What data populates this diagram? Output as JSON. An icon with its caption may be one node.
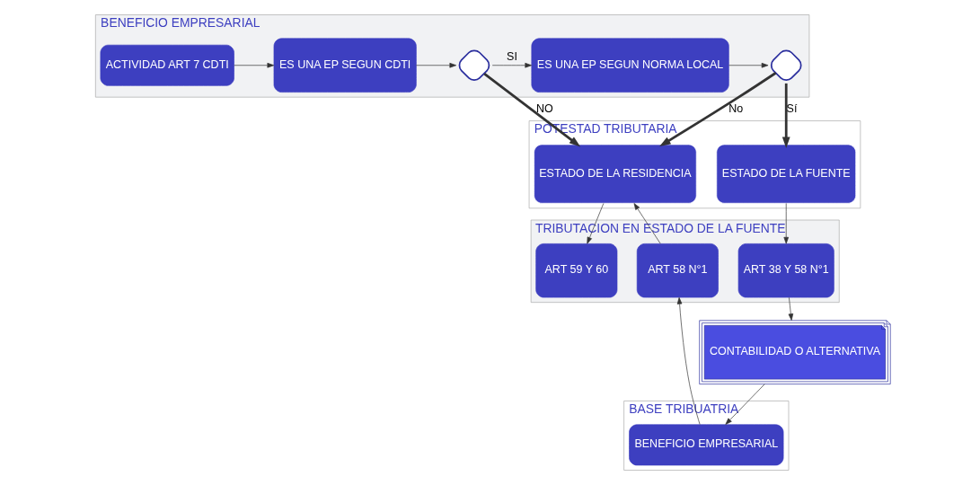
{
  "diagram": {
    "nodes": [
      {
        "text": [
          "BENEFICIO EMPRESARIAL"
        ]
      },
      {
        "text": [
          "ACTIVIDAD ART 7 CDTI"
        ],
        "in": 0
      },
      {
        "text": [
          "ES UNA EP SEGUN CDTI"
        ],
        "in": 0
      },
      {
        "text": [],
        "shape": "diamond",
        "in": 0
      },
      {
        "text": [
          "ES UNA EP SEGUN NORMA LOCAL"
        ],
        "in": 0
      },
      {
        "text": [],
        "shape": "diamond",
        "in": 0
      },
      {
        "text": [
          "POTESTAD TRIBUTARIA"
        ]
      },
      {
        "text": [
          "ESTADO DE LA RESIDENCIA"
        ],
        "in": 6
      },
      {
        "text": [
          "ESTADO DE LA FUENTE"
        ],
        "in": 6
      },
      {
        "text": [
          "TRIBUTACION EN ESTADO DE LA FUENTE"
        ]
      },
      {
        "text": [
          "ART 59 Y 60"
        ],
        "in": 9
      },
      {
        "text": [
          "ART 58 N°1"
        ],
        "in": 9
      },
      {
        "text": [
          "ART 38 Y 58 N°1"
        ],
        "in": 9
      },
      {
        "text": [
          "CONTABILIDAD O ALTERNATIVA"
        ]
      },
      {
        "text": [
          "BASE TRIBUATRIA"
        ]
      },
      {
        "text": [
          "BENEFICIO EMPRESARIAL"
        ],
        "in": 14
      }
    ],
    "edges": [
      {
        "from": 1,
        "to": 2,
        "arrow": "to"
      },
      {
        "from": 2,
        "to": 3,
        "arrow": "to"
      },
      {
        "from": 3,
        "to": 4,
        "arrow": "to",
        "label": "SI"
      },
      {
        "from": 3,
        "to": 7,
        "arrow": "to",
        "label": "NO",
        "style": "thick"
      },
      {
        "from": 4,
        "to": 5,
        "arrow": "to"
      },
      {
        "from": 5,
        "to": 7,
        "arrow": "to",
        "label": "No",
        "style": "thick"
      },
      {
        "from": 5,
        "to": 8,
        "arrow": "to",
        "label": "Sí",
        "style": "thick"
      },
      {
        "from": 7,
        "to": 10,
        "arrow": "to"
      },
      {
        "from": 8,
        "to": 12,
        "arrow": "to"
      },
      {
        "from": 11,
        "to": 7,
        "arrow": "to"
      },
      {
        "from": 15,
        "to": 11,
        "arrow": "to"
      },
      {
        "from": 12,
        "to": 13,
        "arrow": "to"
      },
      {
        "from": 13,
        "to": 15,
        "arrow": "to"
      }
    ]
  }
}
